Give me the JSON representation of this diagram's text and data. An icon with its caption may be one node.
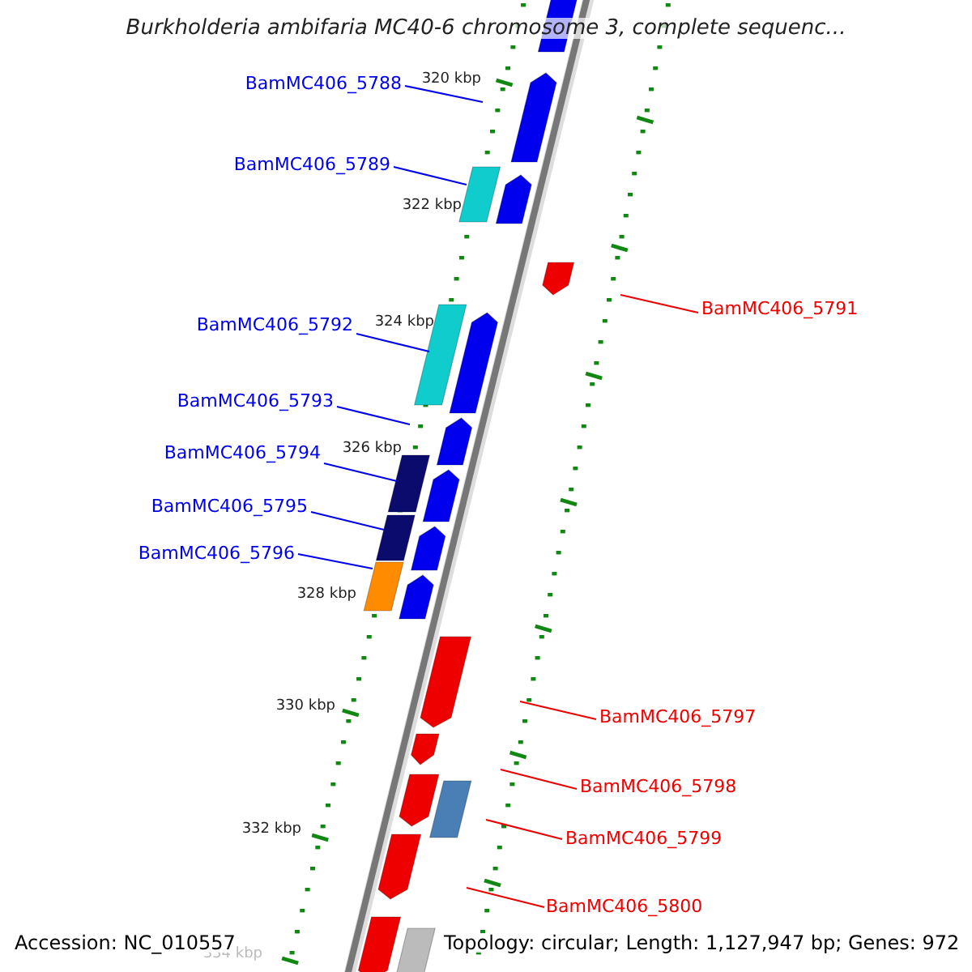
{
  "diagram": {
    "title": "Burkholderia ambifaria MC40-6 chromosome 3, complete sequenc...",
    "nodes": [
      {
        "text": [
          "BamMC406_5788"
        ]
      },
      {
        "text": [
          "BamMC406_5789"
        ]
      },
      {
        "text": [
          "BamMC406_5791"
        ]
      },
      {
        "text": [
          "BamMC406_5792"
        ]
      },
      {
        "text": [
          "BamMC406_5793"
        ]
      },
      {
        "text": [
          "BamMC406_5794"
        ]
      },
      {
        "text": [
          "BamMC406_5795"
        ]
      },
      {
        "text": [
          "BamMC406_5796"
        ]
      },
      {
        "text": [
          "BamMC406_5797"
        ]
      },
      {
        "text": [
          "BamMC406_5798"
        ]
      },
      {
        "text": [
          "BamMC406_5799"
        ]
      },
      {
        "text": [
          "BamMC406_5800"
        ]
      }
    ],
    "edges": [
      {
        "from": 0,
        "to": null,
        "arrow": "none"
      },
      {
        "from": 1,
        "to": null,
        "arrow": "none"
      },
      {
        "from": 2,
        "to": null,
        "arrow": "none",
        "color": "#ee0000"
      },
      {
        "from": 3,
        "to": null,
        "arrow": "none"
      },
      {
        "from": 4,
        "to": null,
        "arrow": "none"
      },
      {
        "from": 5,
        "to": null,
        "arrow": "none"
      },
      {
        "from": 6,
        "to": null,
        "arrow": "none"
      },
      {
        "from": 7,
        "to": null,
        "arrow": "none"
      },
      {
        "from": 8,
        "to": null,
        "arrow": "none",
        "color": "#ee0000"
      },
      {
        "from": 9,
        "to": null,
        "arrow": "none",
        "color": "#ee0000"
      },
      {
        "from": 10,
        "to": null,
        "arrow": "none",
        "color": "#ee0000"
      },
      {
        "from": 11,
        "to": null,
        "arrow": "none",
        "color": "#ee0000"
      }
    ],
    "labels": [
      "320 kbp",
      "322 kbp",
      "324 kbp",
      "326 kbp",
      "328 kbp",
      "330 kbp",
      "332 kbp",
      "334 kbp",
      "Accession: NC_010557",
      "Topology: circular; Length: 1,127,947 bp; Genes: 972"
    ]
  }
}
